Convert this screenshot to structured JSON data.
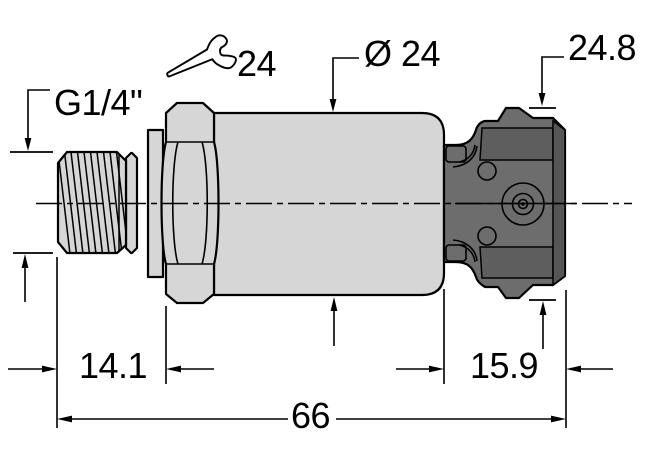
{
  "drawing": {
    "type": "technical-dimension-drawing",
    "subject": "pressure-sensor-side-view",
    "labels": {
      "thread_size": "G1/4\"",
      "wrench_size": "24",
      "body_diameter": "Ø 24",
      "connector_height": "24.8",
      "thread_length": "14.1",
      "connector_length": "15.9",
      "overall_length": "66"
    },
    "icons": {
      "wrench": "open-end-wrench-icon"
    },
    "colors": {
      "body_fill": "#d6d6d6",
      "connector_fill": "#6d6d6d",
      "connector_shade": "#5e5e5e",
      "connector_bevel": "#565656",
      "line": "#000000"
    }
  }
}
